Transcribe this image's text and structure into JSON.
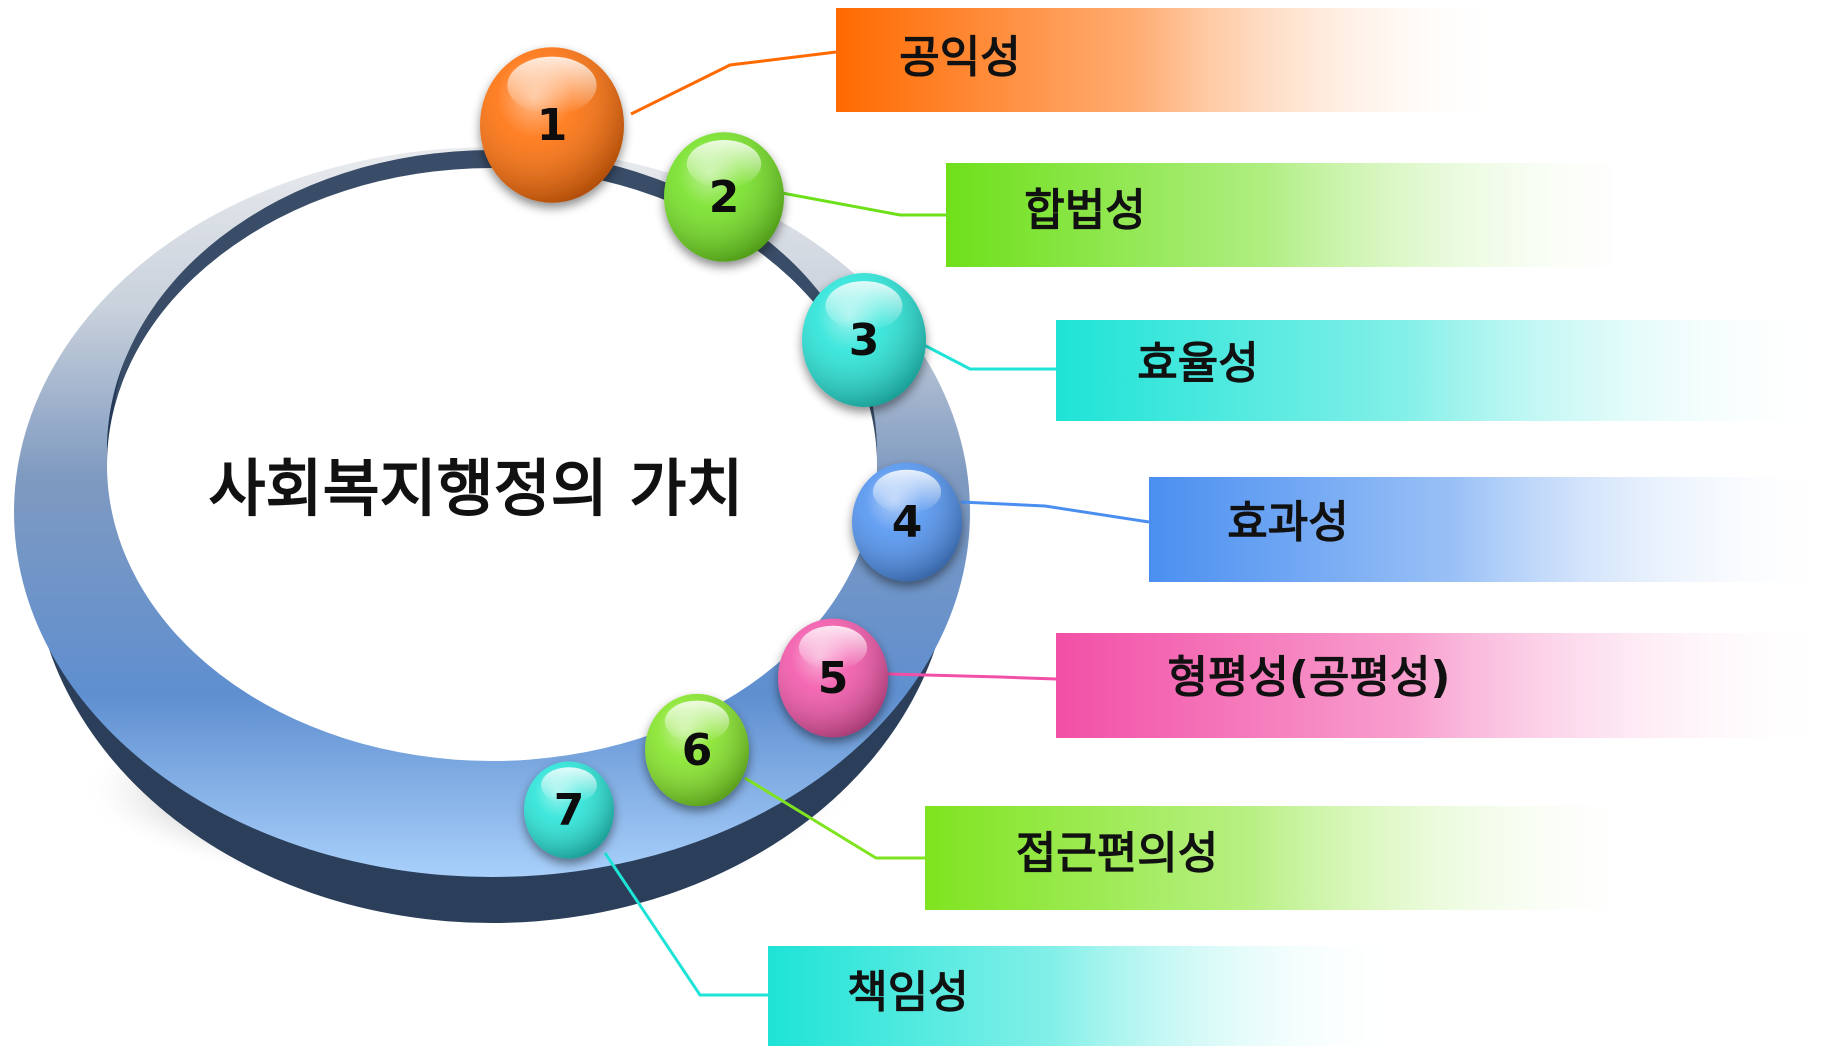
{
  "diagram": {
    "title": "사회복지행정의 가치",
    "items": [
      {
        "number": "1",
        "label": "공익성",
        "color": "#ff6a00"
      },
      {
        "number": "2",
        "label": "합법성",
        "color": "#6ee01a"
      },
      {
        "number": "3",
        "label": "효율성",
        "color": "#1ee3d6"
      },
      {
        "number": "4",
        "label": "효과성",
        "color": "#4a8ff0"
      },
      {
        "number": "5",
        "label": "형평성(공평성)",
        "color": "#f24fa6"
      },
      {
        "number": "6",
        "label": "접근편의성",
        "color": "#7fe41f"
      },
      {
        "number": "7",
        "label": "책임성",
        "color": "#1ee3d6"
      }
    ]
  }
}
